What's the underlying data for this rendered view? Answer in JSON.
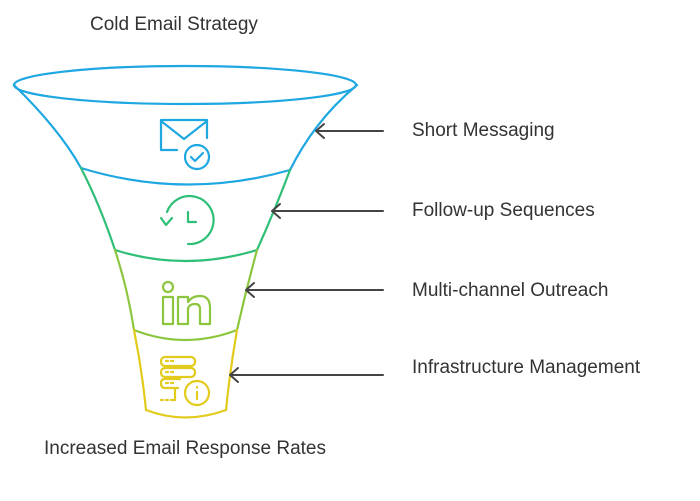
{
  "title": "Cold Email Strategy",
  "outcome": "Increased Email Response Rates",
  "stages": [
    {
      "label": "Short Messaging",
      "icon": "mail-check-icon",
      "color": "#1ea7e1"
    },
    {
      "label": "Follow-up Sequences",
      "icon": "clock-history-icon",
      "color": "#2fbf77"
    },
    {
      "label": "Multi-channel Outreach",
      "icon": "linkedin-icon",
      "color": "#8cc63f"
    },
    {
      "label": "Infrastructure Management",
      "icon": "server-info-icon",
      "color": "#e2cb1c"
    }
  ]
}
